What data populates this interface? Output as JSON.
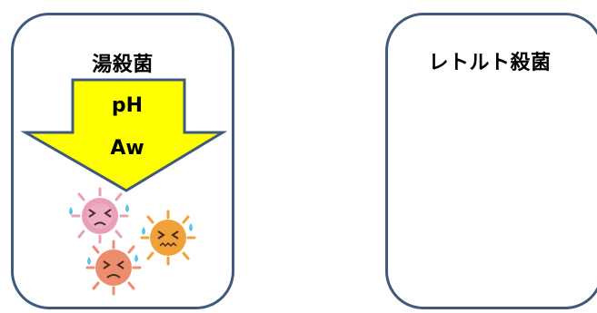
{
  "panels": [
    {
      "title": "湯殺菌",
      "arrow_labels": [
        "pH",
        "Aw"
      ],
      "illustration": "worried-microbes-icon",
      "colors": {
        "arrow_fill": "#ffff00",
        "arrow_stroke": "#3f5a7d"
      }
    },
    {
      "title": "レトルト殺菌"
    }
  ],
  "colors": {
    "card_border": "#3f5a7d",
    "microbe_pink": "#e9a0b6",
    "microbe_orange": "#f0a23a",
    "microbe_salmon": "#ec8e6e",
    "sweat": "#5fc4e6"
  }
}
